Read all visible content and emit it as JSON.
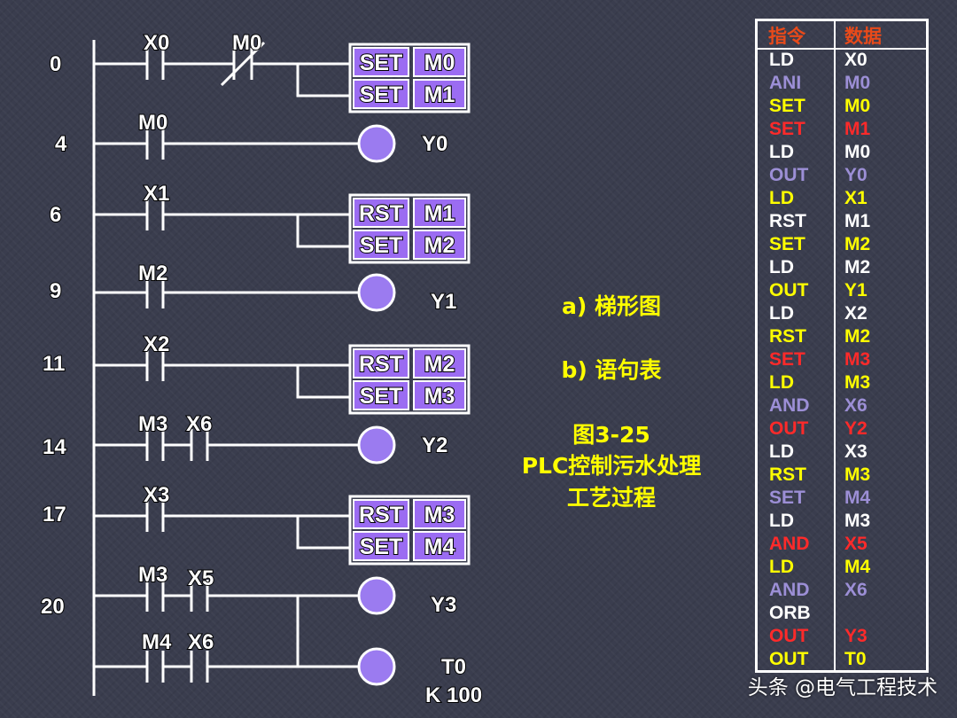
{
  "ladder": {
    "rung_numbers": [
      "0",
      "4",
      "6",
      "9",
      "11",
      "14",
      "17",
      "20"
    ],
    "contacts": [
      "X0",
      "M0",
      "M0",
      "X1",
      "M2",
      "X2",
      "M3",
      "X6",
      "X3",
      "M3",
      "X5",
      "M4",
      "X6"
    ],
    "coils": [
      "Y0",
      "Y1",
      "Y2",
      "Y3",
      "T0",
      "K 100"
    ],
    "boxes": [
      {
        "op": "SET",
        "operand": "M0"
      },
      {
        "op": "SET",
        "operand": "M1"
      },
      {
        "op": "RST",
        "operand": "M1"
      },
      {
        "op": "SET",
        "operand": "M2"
      },
      {
        "op": "RST",
        "operand": "M2"
      },
      {
        "op": "SET",
        "operand": "M3"
      },
      {
        "op": "RST",
        "operand": "M3"
      },
      {
        "op": "SET",
        "operand": "M4"
      }
    ]
  },
  "captions": {
    "a": "a) 梯形图",
    "b": "b) 语句表",
    "fig": "图3-25",
    "title1": "PLC控制污水处理",
    "title2": "工艺过程"
  },
  "statement_table": {
    "headers": [
      "指令",
      "数据"
    ],
    "rows": [
      {
        "instr": "LD",
        "data": "X0",
        "color": "#ffffff"
      },
      {
        "instr": "ANI",
        "data": "M0",
        "color": "#9c8fd6"
      },
      {
        "instr": "SET",
        "data": "M0",
        "color": "#ffff00"
      },
      {
        "instr": "SET",
        "data": "M1",
        "color": "#ff2a2a"
      },
      {
        "instr": "LD",
        "data": "M0",
        "color": "#ffffff"
      },
      {
        "instr": "OUT",
        "data": "Y0",
        "color": "#9c8fd6"
      },
      {
        "instr": "LD",
        "data": "X1",
        "color": "#ffff00"
      },
      {
        "instr": "RST",
        "data": "M1",
        "color": "#ffffff"
      },
      {
        "instr": "SET",
        "data": "M2",
        "color": "#ffff00"
      },
      {
        "instr": "LD",
        "data": "M2",
        "color": "#ffffff"
      },
      {
        "instr": "OUT",
        "data": "Y1",
        "color": "#ffff00"
      },
      {
        "instr": "LD",
        "data": "X2",
        "color": "#ffffff"
      },
      {
        "instr": "RST",
        "data": "M2",
        "color": "#ffff00"
      },
      {
        "instr": "SET",
        "data": "M3",
        "color": "#ff2a2a"
      },
      {
        "instr": "LD",
        "data": "M3",
        "color": "#ffff00"
      },
      {
        "instr": "AND",
        "data": "X6",
        "color": "#9c8fd6"
      },
      {
        "instr": "OUT",
        "data": "Y2",
        "color": "#ff2a2a"
      },
      {
        "instr": "LD",
        "data": "X3",
        "color": "#ffffff"
      },
      {
        "instr": "RST",
        "data": "M3",
        "color": "#ffff00"
      },
      {
        "instr": "SET",
        "data": "M4",
        "color": "#9c8fd6"
      },
      {
        "instr": "LD",
        "data": "M3",
        "color": "#ffffff"
      },
      {
        "instr": "AND",
        "data": "X5",
        "color": "#ff2a2a"
      },
      {
        "instr": "LD",
        "data": "M4",
        "color": "#ffff00"
      },
      {
        "instr": "AND",
        "data": "X6",
        "color": "#9c8fd6"
      },
      {
        "instr": "ORB",
        "data": "",
        "color": "#ffffff"
      },
      {
        "instr": "OUT",
        "data": "Y3",
        "color": "#ff2a2a"
      },
      {
        "instr": "OUT",
        "data": "T0",
        "color": "#ffff00"
      }
    ]
  },
  "watermark": "头条 @电气工程技术"
}
